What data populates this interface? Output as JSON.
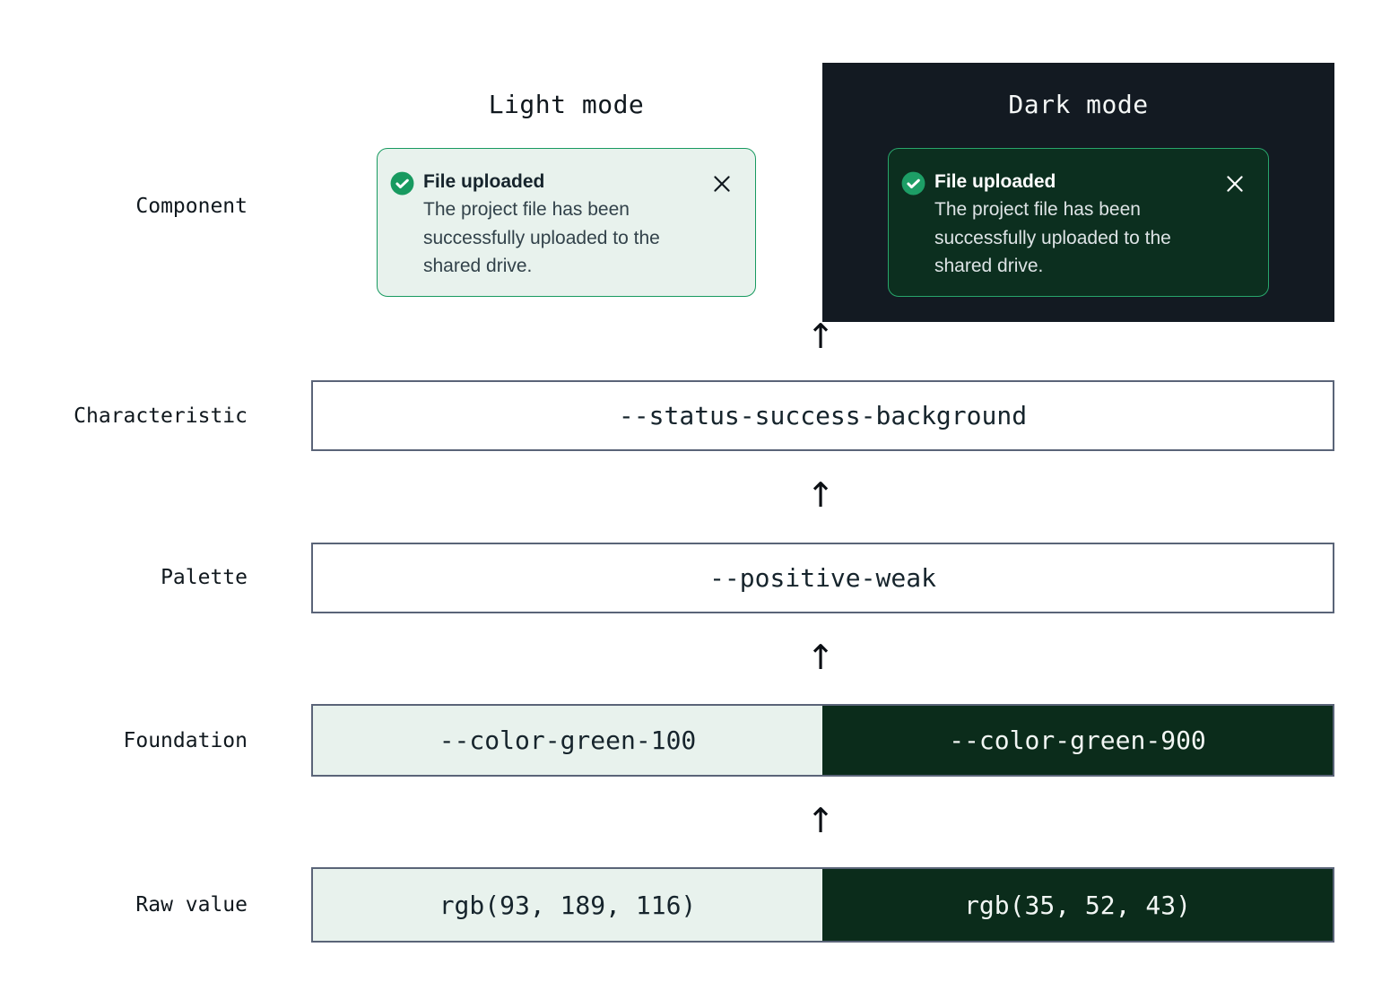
{
  "headers": {
    "light": "Light mode",
    "dark": "Dark mode"
  },
  "labels": {
    "component": "Component",
    "characteristic": "Characteristic",
    "palette": "Palette",
    "foundation": "Foundation",
    "raw_value": "Raw value"
  },
  "toast": {
    "title": "File uploaded",
    "body": "The project file has been successfully uploaded to the shared drive.",
    "check_icon": "check-circle-icon",
    "close_icon": "close-icon"
  },
  "tokens": {
    "characteristic": "--status-success-background",
    "palette": "--positive-weak",
    "foundation_light": "--color-green-100",
    "foundation_dark": "--color-green-900",
    "raw_light": "rgb(93, 189, 116)",
    "raw_dark": "rgb(35, 52, 43)"
  },
  "arrow_glyph": "↑",
  "colors": {
    "success_accent_light": "#189a60",
    "success_accent_dark": "#28a56b",
    "green_100": "#e8f2ed",
    "green_900": "#0b2c1b",
    "dark_background": "#131a22",
    "box_border": "#5a6478"
  }
}
